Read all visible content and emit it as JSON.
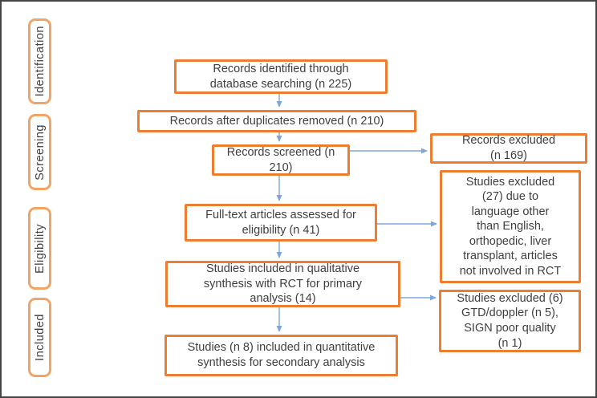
{
  "sidebar": {
    "items": [
      {
        "label": "Identification"
      },
      {
        "label": "Screening"
      },
      {
        "label": "Eligibility"
      },
      {
        "label": "Included"
      }
    ]
  },
  "flow": {
    "identified": "Records identified through\ndatabase searching (n 225)",
    "after_duplicates": "Records after duplicates removed (n 210)",
    "screened": "Records screened (n\n210)",
    "fulltext_assessed": "Full-text articles assessed for\neligibility (n 41)",
    "qualitative": "Studies included in qualitative\nsynthesis with RCT for primary\nanalysis (14)",
    "quantitative": "Studies (n 8) included in quantitative\nsynthesis for secondary analysis"
  },
  "excluded": {
    "records": "Records excluded\n(n 169)",
    "studies_fulltext": "Studies excluded\n(27) due to\nlanguage other\nthan English,\northopedic, liver\ntransplant, articles\nnot involved in RCT",
    "studies_quality": "Studies excluded (6)\nGTD/doppler (n 5),\nSIGN poor quality\n(n 1)"
  },
  "colors": {
    "main_box_border": "#ED7D31",
    "stage_box_border": "#F0A468",
    "arrow": "#7DA7D9",
    "text": "#3F3F3F",
    "frame_border": "#454545",
    "background": "#FFFFFF"
  }
}
